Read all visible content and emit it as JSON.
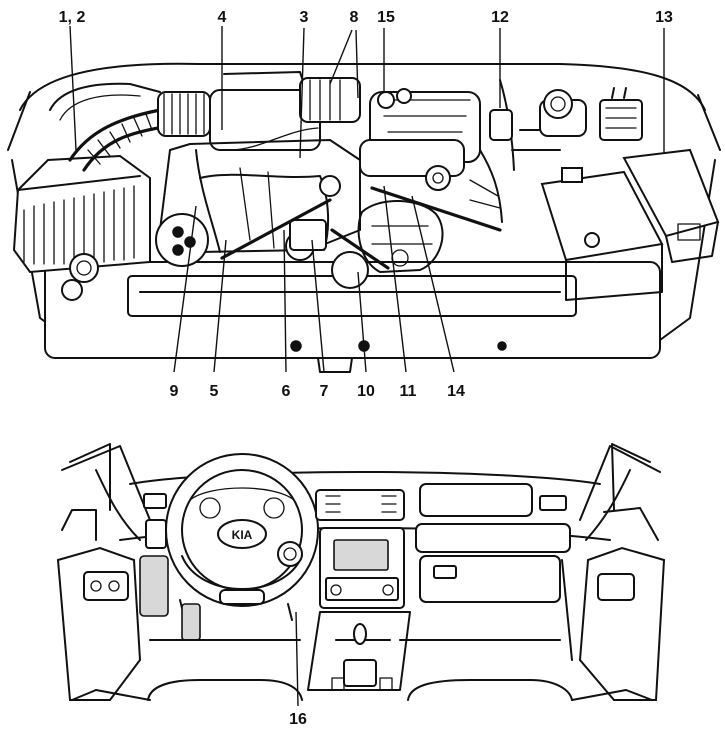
{
  "engine_bay": {
    "callouts": [
      {
        "id": "c12",
        "label": "1, 2"
      },
      {
        "id": "c4",
        "label": "4"
      },
      {
        "id": "c3",
        "label": "3"
      },
      {
        "id": "c8",
        "label": "8"
      },
      {
        "id": "c15",
        "label": "15"
      },
      {
        "id": "c12b",
        "label": "12"
      },
      {
        "id": "c13",
        "label": "13"
      },
      {
        "id": "c9",
        "label": "9"
      },
      {
        "id": "c5",
        "label": "5"
      },
      {
        "id": "c6",
        "label": "6"
      },
      {
        "id": "c7",
        "label": "7"
      },
      {
        "id": "c10",
        "label": "10"
      },
      {
        "id": "c11",
        "label": "11"
      },
      {
        "id": "c14",
        "label": "14"
      }
    ]
  },
  "cabin": {
    "callouts": [
      {
        "id": "c16",
        "label": "16"
      }
    ],
    "steering_logo": "KIA"
  }
}
